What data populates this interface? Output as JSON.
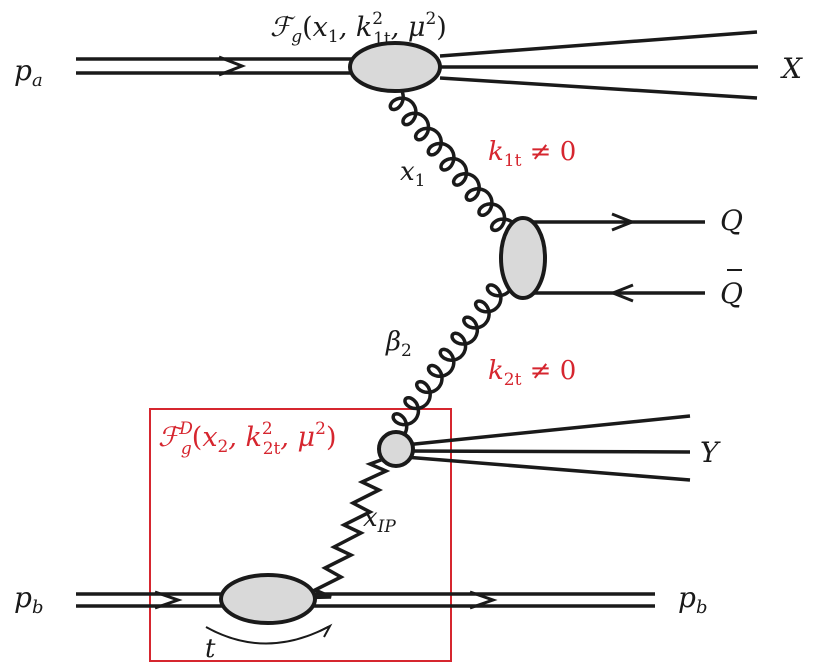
{
  "colors": {
    "line": "#1a1a1a",
    "blob_fill": "#d9d9d9",
    "accent": "#d6262f"
  },
  "labels": {
    "pa": {
      "base": "p",
      "sub": "a"
    },
    "pb_in": {
      "base": "p",
      "sub": "b"
    },
    "pb_out": {
      "base": "p",
      "sub": "b"
    },
    "X": "X",
    "Q": "Q",
    "Qbar": "Q",
    "Y": "Y",
    "x1": {
      "base": "x",
      "sub": "1"
    },
    "beta2": {
      "base": "β",
      "sub": "2"
    },
    "xIP": {
      "base": "x",
      "sub": "IP"
    },
    "t": "t",
    "k1t": {
      "base": "k",
      "sub": "1t",
      "rest": " ≠ 0"
    },
    "k2t": {
      "base": "k",
      "sub": "2t",
      "rest": " ≠ 0"
    },
    "Fg": {
      "base": "ℱ",
      "sub": "g",
      "open": "(",
      "x": "x",
      "xsub": "1",
      "k": ", k",
      "ksup": "2",
      "ksub": "1t",
      "mu": ", μ",
      "musup": "2",
      "close": ")"
    },
    "FgD": {
      "base": "ℱ",
      "sup": "D",
      "sub": "g",
      "open": "(",
      "x": "x",
      "xsub": "2",
      "k": ", k",
      "ksup": "2",
      "ksub": "2t",
      "mu": ", μ",
      "musup": "2",
      "close": ")"
    }
  }
}
